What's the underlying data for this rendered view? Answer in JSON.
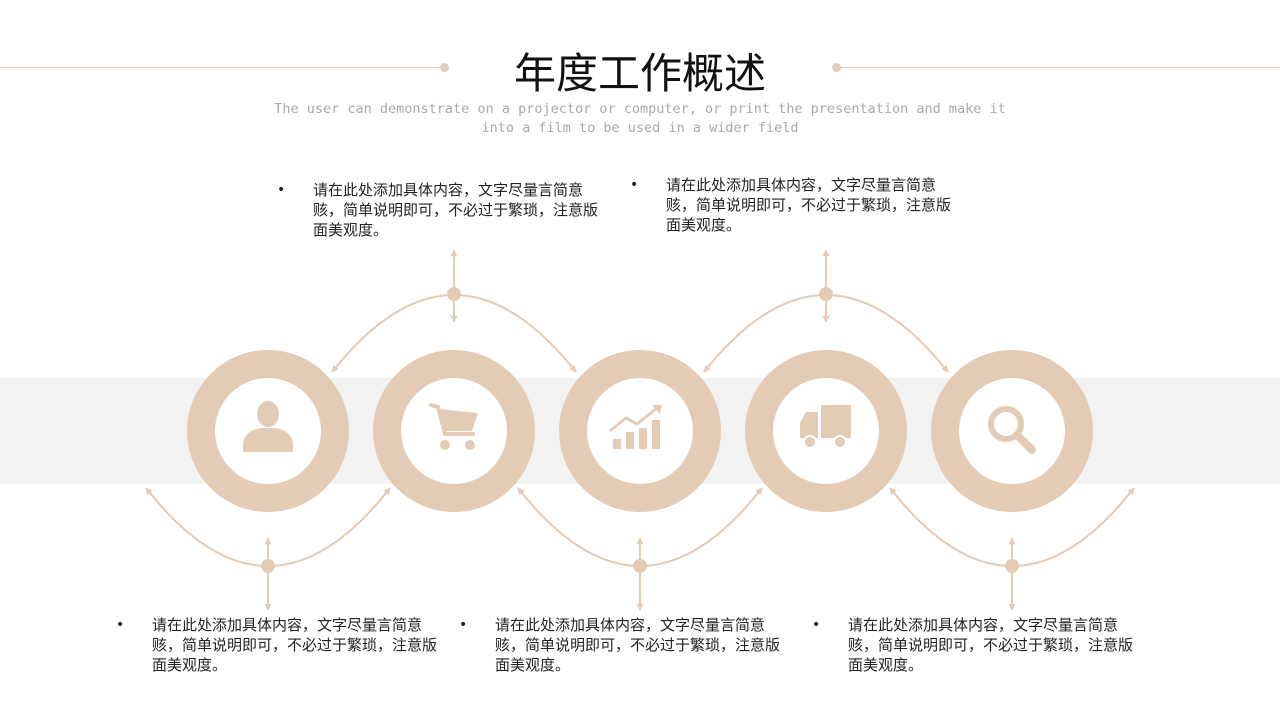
{
  "title": "年度工作概述",
  "subtitle": "The user can demonstrate on a projector or computer, or print the presentation and make it into a film to be used in a wider field",
  "accent_color": "#e3cbb5",
  "band_color": "#f2f2f2",
  "steps": [
    {
      "icon": "person-icon",
      "text": "请在此处添加具体内容，文字尽量言简意赅，简单说明即可，不必过于繁琐，注意版面美观度。"
    },
    {
      "icon": "shopping-cart-icon",
      "text": "请在此处添加具体内容，文字尽量言简意赅，简单说明即可，不必过于繁琐，注意版面美观度。"
    },
    {
      "icon": "growth-chart-icon",
      "text": "请在此处添加具体内容，文字尽量言简意赅，简单说明即可，不必过于繁琐，注意版面美观度。"
    },
    {
      "icon": "delivery-truck-icon",
      "text": "请在此处添加具体内容，文字尽量言简意赅，简单说明即可，不必过于繁琐，注意版面美观度。"
    },
    {
      "icon": "search-icon",
      "text": "请在此处添加具体内容，文字尽量言简意赅，简单说明即可，不必过于繁琐，注意版面美观度。"
    }
  ],
  "bullet": "•"
}
